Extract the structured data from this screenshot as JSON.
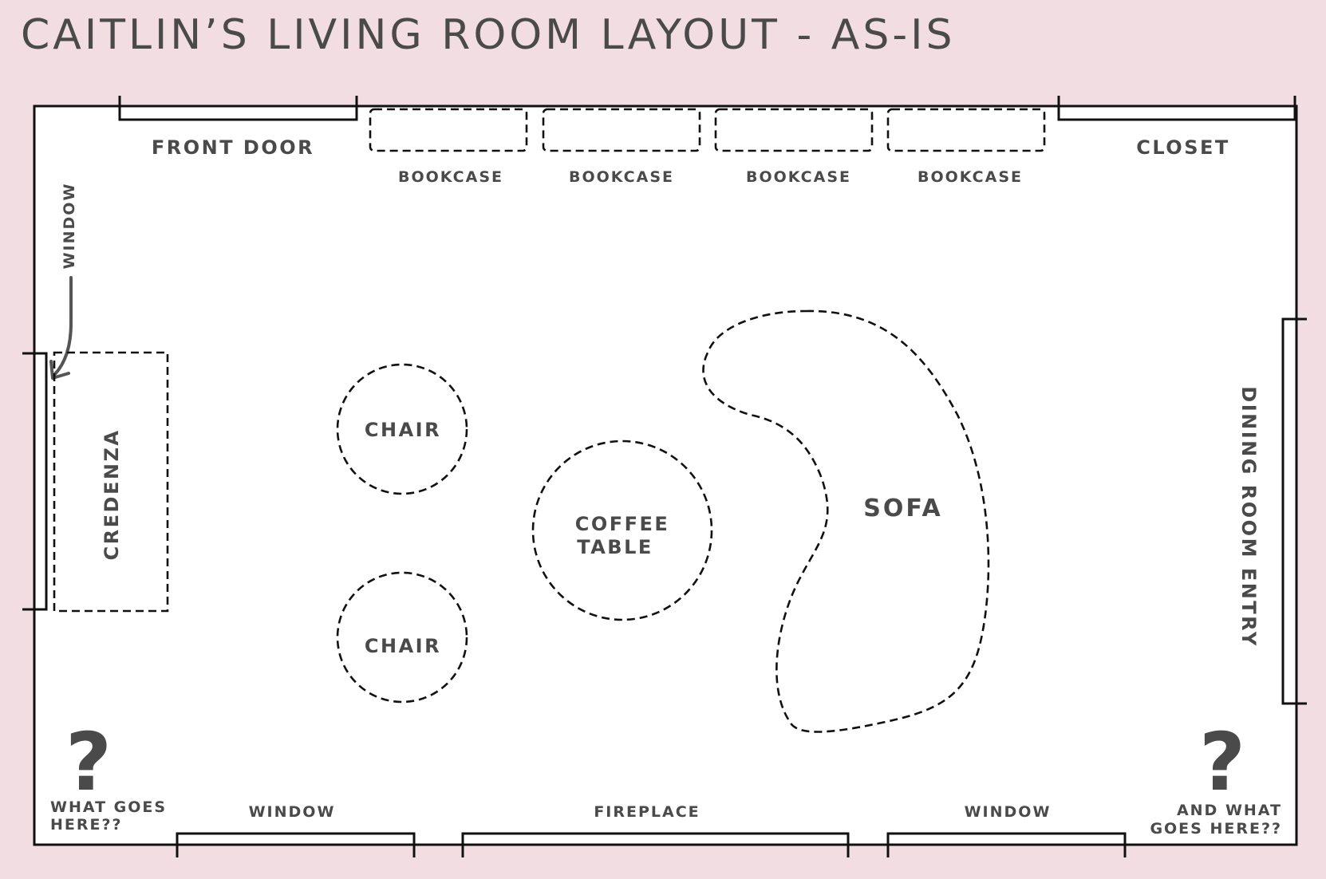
{
  "title": "CAITLIN’S LIVING ROOM LAYOUT - AS-IS",
  "labels": {
    "front_door": "FRONT DOOR",
    "closet": "CLOSET",
    "bookcase": "BOOKCASE",
    "window_left": "WINDOW",
    "credenza": "CREDENZA",
    "chair": "CHAIR",
    "coffee_table_line1": "COFFEE",
    "coffee_table_line2": "TABLE",
    "sofa": "SOFA",
    "dining_room_entry": "DINING ROOM ENTRY",
    "window_bottom_left": "WINDOW",
    "fireplace": "FIREPLACE",
    "window_bottom_right": "WINDOW",
    "question_mark": "?",
    "what_goes_here_line1": "WHAT GOES",
    "what_goes_here_line2": "HERE??",
    "and_what_line1": "AND WHAT",
    "and_what_line2": "GOES HERE??"
  },
  "colors": {
    "background": "#f2dde2",
    "room_fill": "#ffffff",
    "text": "#4a4a4a",
    "lines": "#111111"
  }
}
